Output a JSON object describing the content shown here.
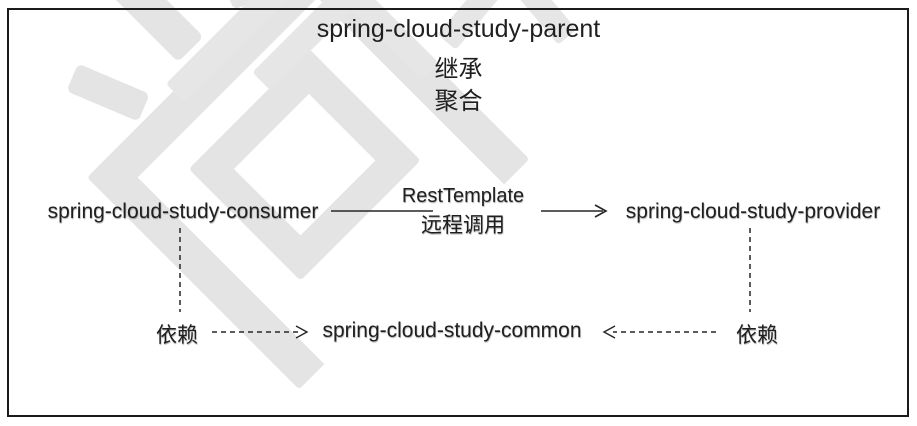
{
  "colors": {
    "background": "#ffffff",
    "border": "#1b1b1b",
    "text": "#1f1f1f",
    "watermark": "#e4e4e4"
  },
  "diagram": {
    "parent": {
      "title": "spring-cloud-study-parent",
      "relation_lines": [
        "继承",
        "聚合"
      ]
    },
    "nodes": {
      "consumer": "spring-cloud-study-consumer",
      "provider": "spring-cloud-study-provider",
      "common": "spring-cloud-study-common"
    },
    "edges": {
      "consumer_provider": {
        "label_top": "RestTemplate",
        "label_bottom": "远程调用"
      },
      "consumer_common": {
        "label": "依赖"
      },
      "provider_common": {
        "label": "依赖"
      }
    }
  }
}
